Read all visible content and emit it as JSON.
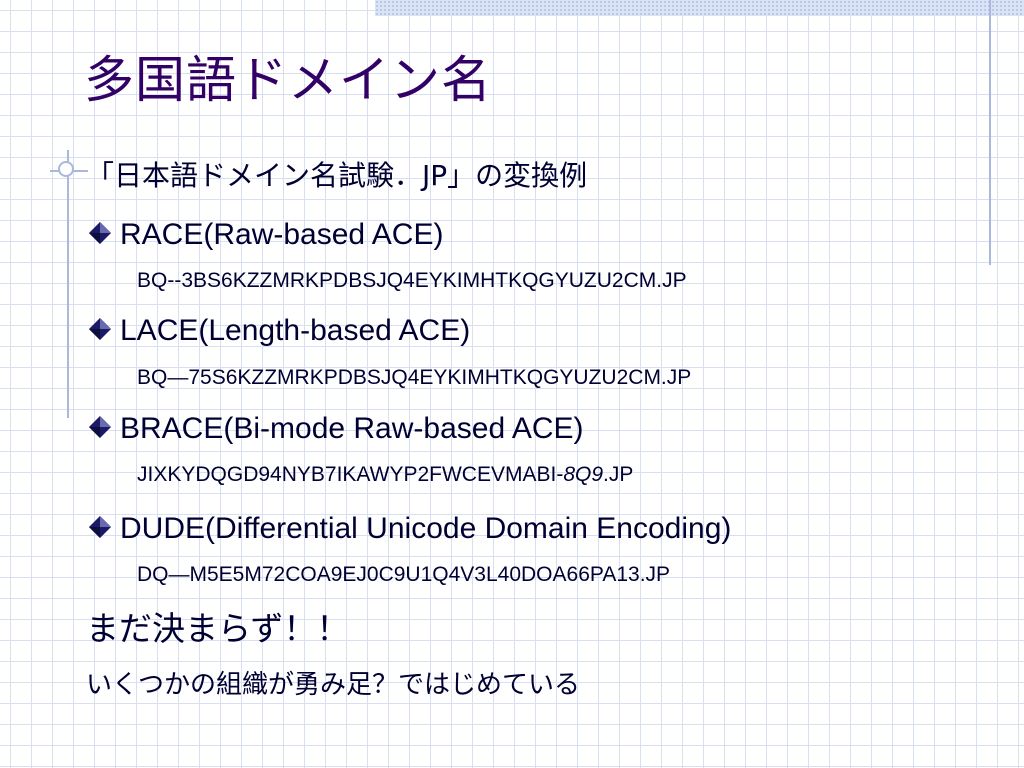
{
  "slide": {
    "title": "多国語ドメイン名",
    "accent_color": "#330066",
    "text_color": "#000033",
    "bullet_icon": "diamond-icon",
    "items": [
      {
        "text": "「日本語ドメイン名試験．JP」の変換例"
      },
      {
        "text": "RACE(Raw-based ACE)"
      },
      {
        "text": "BQ--3BS6KZZMRKPDBSJQ4EYKIMHTKQGYUZU2CM.JP"
      },
      {
        "text": "LACE(Length-based ACE)"
      },
      {
        "text": "BQ—75S6KZZMRKPDBSJQ4EYKIMHTKQGYUZU2CM.JP"
      },
      {
        "text": "BRACE(Bi-mode Raw-based ACE)"
      },
      {
        "text_before": "JIXKYDQGD94NYB7IKAWYP2FWCEVMABI-",
        "text_italic": "8Q9",
        "text_after": ".JP"
      },
      {
        "text": "DUDE(Differential Unicode Domain Encoding)"
      },
      {
        "text": "DQ—M5E5M72COA9EJ0C9U1Q4V3L40DOA66PA13.JP"
      },
      {
        "text": "まだ決まらず！！"
      },
      {
        "text": "いくつかの組織が勇み足？ではじめている"
      }
    ]
  }
}
